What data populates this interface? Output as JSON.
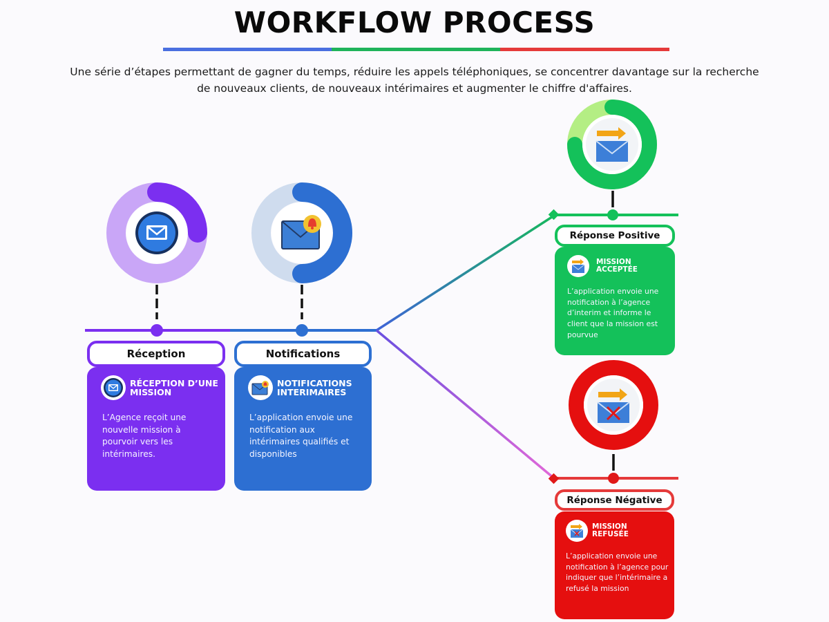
{
  "header": {
    "title": "WORKFLOW PROCESS",
    "subtitle": "Une série d’étapes permettant de gagner du temps, réduire les appels téléphoniques, se concentrer davantage sur la recherche de nouveaux clients, de nouveaux intérimaires et augmenter le chiffre d'affaires."
  },
  "steps": {
    "reception": {
      "label": "Réception",
      "card_title": "RÉCEPTION D’UNE MISSION",
      "card_text": "L’Agence reçoit une nouvelle mission à pourvoir vers les intérimaires.",
      "icon": "envelope-icon",
      "color": "#7b2ff0",
      "progress": 0.25
    },
    "notifications": {
      "label": "Notifications",
      "card_title": "NOTIFICATIONS INTERIMAIRES",
      "card_text": "L’application envoie une notification aux intérimaires qualifiés et disponibles",
      "icon": "envelope-bell-icon",
      "color": "#2d6fd2",
      "progress": 0.5
    },
    "positive": {
      "label": "Réponse Positive",
      "card_title": "MISSION ACCEPTÉE",
      "card_text": "L’application envoie une notification à l’agence d’interim et informe le client que la mission est pourvue",
      "icon": "envelope-check-icon",
      "color": "#14c15a",
      "progress": 0.75
    },
    "negative": {
      "label": "Réponse Négative",
      "card_title": "MISSION REFUSÉE",
      "card_text": "L’application envoie une notification à l’agence pour indiquer que l’intérimaire a refusé la mission",
      "icon": "envelope-cross-icon",
      "color": "#e50f0f",
      "progress": 1.0
    }
  }
}
